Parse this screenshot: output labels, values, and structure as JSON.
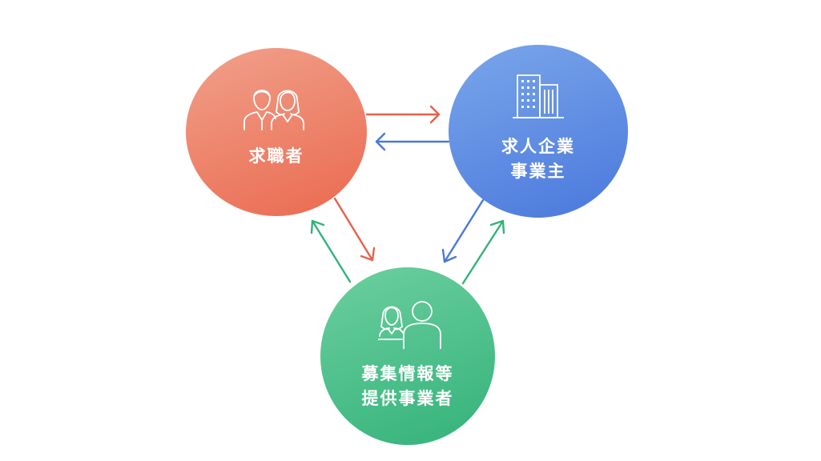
{
  "nodes": {
    "job_seeker": {
      "label": "求職者",
      "icon": "two-people-icon",
      "color": "#ea6a4f"
    },
    "employer": {
      "line1": "求人企業",
      "line2": "事業主",
      "icon": "office-building-icon",
      "color": "#4a78dc"
    },
    "provider": {
      "line1": "募集情報等",
      "line2": "提供事業者",
      "icon": "counselor-client-icon",
      "color": "#34b27a"
    }
  },
  "arrows": [
    {
      "from": "job_seeker",
      "to": "employer",
      "color": "#e8604a"
    },
    {
      "from": "employer",
      "to": "job_seeker",
      "color": "#4a78dc"
    },
    {
      "from": "job_seeker",
      "to": "provider",
      "color": "#e8604a"
    },
    {
      "from": "provider",
      "to": "job_seeker",
      "color": "#34b27a"
    },
    {
      "from": "employer",
      "to": "provider",
      "color": "#4a78dc"
    },
    {
      "from": "provider",
      "to": "employer",
      "color": "#34b27a"
    }
  ]
}
